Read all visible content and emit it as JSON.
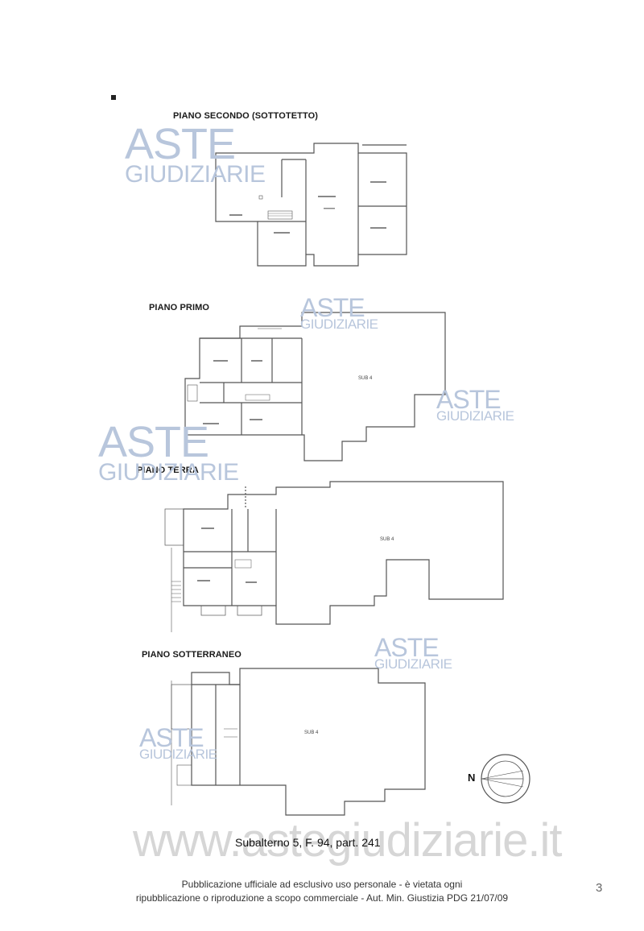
{
  "floors": {
    "second": "PIANO SECONDO (SOTTOTETTO)",
    "first": "PIANO PRIMO",
    "ground": "PIANO TERRA",
    "basement": "PIANO SOTTERRANEO"
  },
  "sub_label": "SUB 4",
  "watermark": {
    "aste": "ASTE",
    "giudiziarie": "GIUDIZIARIE",
    "site": "www.astegiudiziarie.it"
  },
  "caption": "Subalterno 5,  F. 94, part. 241",
  "compass_label": "N",
  "footer": {
    "line1": "Pubblicazione ufficiale ad esclusivo uso personale - è vietata ogni",
    "line2": "ripubblicazione o riproduzione a scopo commerciale - Aut. Min. Giustizia PDG 21/07/09"
  },
  "page_number": "3"
}
